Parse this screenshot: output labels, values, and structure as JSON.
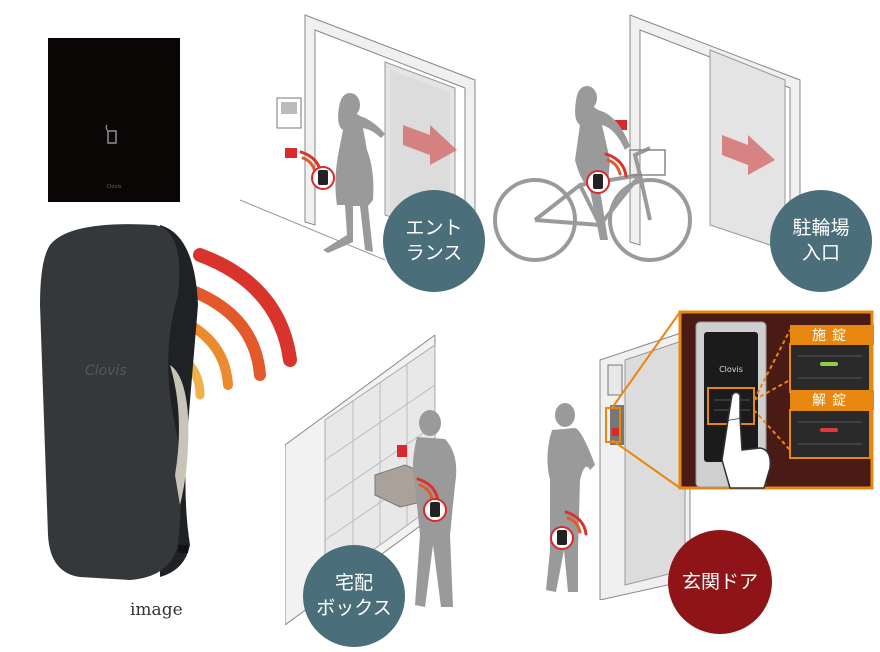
{
  "caption": "image",
  "device_logo": "Clovis",
  "scenes": {
    "entrance": {
      "label_line1": "エント",
      "label_line2": "ランス"
    },
    "bicycle": {
      "label_line1": "駐輪場",
      "label_line2": "入口"
    },
    "delivery": {
      "label_line1": "宅配",
      "label_line2": "ボックス"
    },
    "front_door": {
      "label": "玄関ドア"
    }
  },
  "lock_panel": {
    "lock_label": "施錠",
    "unlock_label": "解錠",
    "brand": "Clovis"
  },
  "colors": {
    "teal_badge": "#4a6f7a",
    "red_badge": "#8e1418",
    "orange_accent": "#e8870f",
    "silhouette": "#9a9a9a",
    "device_body": "#2e3234"
  }
}
